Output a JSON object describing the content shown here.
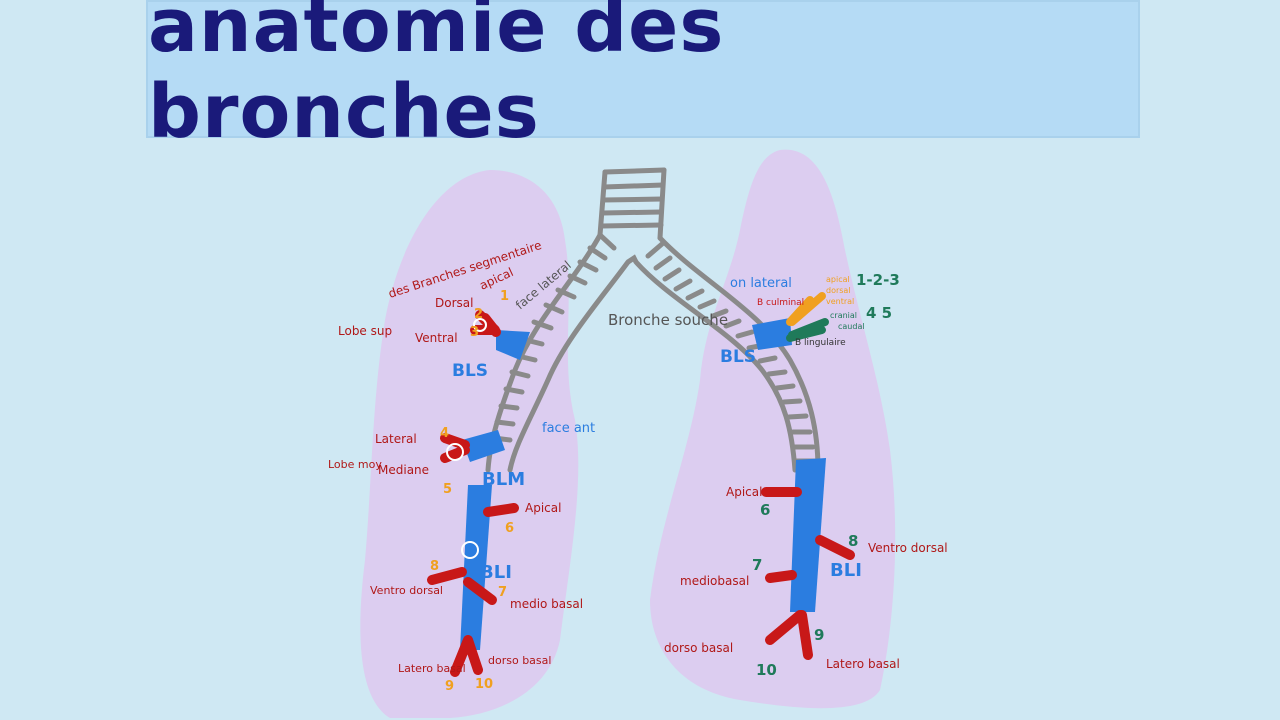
{
  "title": "anatomie des bronches",
  "colors": {
    "background": "#cfe8f3",
    "banner": "#b5dbf5",
    "title": "#1a1a7a",
    "lung": "#dccdf0",
    "bronchus_blue": "#2b7de0",
    "segment_red": "#c81818",
    "label_red": "#b01818",
    "number_orange": "#f0a020",
    "number_green": "#1f7a5a",
    "cartilage_gray": "#8a8a8a"
  },
  "trachea": {
    "label": "Bronche souche"
  },
  "right_lung": {
    "bls": {
      "abbr": "BLS",
      "header": "des Branches segmentaire",
      "lobe": "Lobe sup",
      "face_label": "face lateral",
      "segments": [
        {
          "number": "1",
          "name": "apical"
        },
        {
          "number": "2",
          "name": "Dorsal"
        },
        {
          "number": "3",
          "name": "Ventral"
        }
      ]
    },
    "blm": {
      "abbr": "BLM",
      "lobe": "Lobe moy",
      "face_label": "face ant",
      "segments": [
        {
          "number": "4",
          "name": "Lateral"
        },
        {
          "number": "5",
          "name": "Mediane"
        }
      ]
    },
    "bli": {
      "abbr": "BLI",
      "segments": [
        {
          "number": "6",
          "name": "Apical"
        },
        {
          "number": "7",
          "name": "medio basal"
        },
        {
          "number": "8",
          "name": "Ventro dorsal"
        },
        {
          "number": "9",
          "name": "Latero basal"
        },
        {
          "number": "10",
          "name": "dorso basal"
        }
      ]
    }
  },
  "left_lung": {
    "bls": {
      "abbr": "BLS",
      "face_label": "on lateral",
      "culmen": "B culminal",
      "lingula": "B lingulaire",
      "numbers_top": "1-2-3",
      "numbers_bottom": "4 5",
      "branch_names": [
        "apical",
        "dorsal",
        "ventral",
        "cranial",
        "caudal"
      ]
    },
    "bli": {
      "abbr": "BLI",
      "segments": [
        {
          "number": "6",
          "name": "Apical"
        },
        {
          "number": "7",
          "name": "mediobasal"
        },
        {
          "number": "8",
          "name": "Ventro dorsal"
        },
        {
          "number": "9",
          "name": "Latero basal"
        },
        {
          "number": "10",
          "name": "dorso basal"
        }
      ]
    }
  }
}
